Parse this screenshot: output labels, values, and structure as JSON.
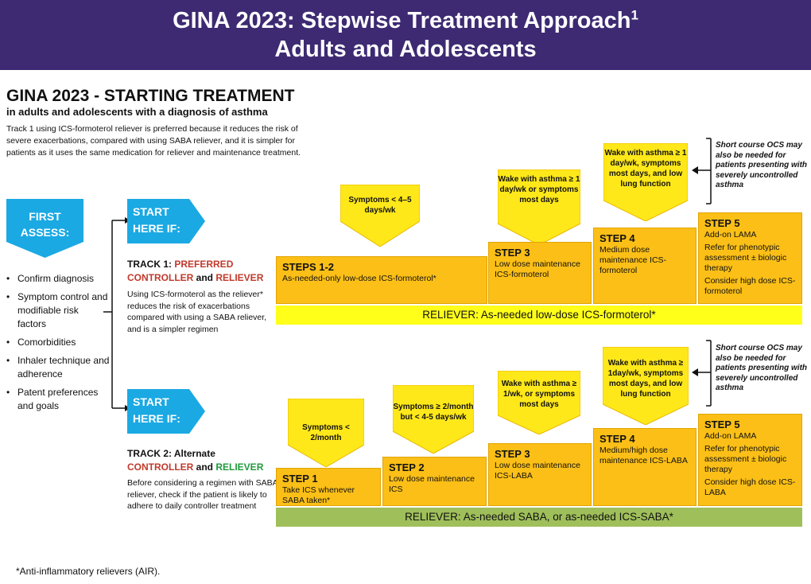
{
  "banner": {
    "line1": "GINA 2023: Stepwise Treatment Approach",
    "sup": "1",
    "line2": "Adults and Adolescents"
  },
  "heading": {
    "title": "GINA 2023 - STARTING TREATMENT",
    "subtitle": "in adults and adolescents with a diagnosis of asthma"
  },
  "intro": "Track 1 using ICS-formoterol reliever is preferred because it reduces the risk of severe exacerbations, compared with using SABA reliever, and it is simpler for patients as it uses the same medication for reliever and maintenance treatment.",
  "first_assess": {
    "line1": "FIRST",
    "line2": "ASSESS:"
  },
  "assess_items": [
    "Confirm diagnosis",
    "Symptom control and modifiable risk factors",
    "Comorbidities",
    "Inhaler technique and adherence",
    "Patent preferences and goals"
  ],
  "start_here": {
    "line1": "START",
    "line2": "HERE IF:"
  },
  "track1": {
    "prefix": "TRACK 1: ",
    "controller": "PREFERRED CONTROLLER",
    "and": " and ",
    "reliever": "RELIEVER",
    "body": "Using ICS-formoterol as the reliever* reduces the risk of exacerbations compared with using a SABA reliever, and is a simpler regimen",
    "callouts": [
      "Symptoms < 4–5 days/wk",
      "Wake with asthma ≥ 1 day/wk or symptoms most days",
      "Wake with asthma ≥ 1 day/wk, symptoms most days, and low lung function"
    ],
    "note": "Short course OCS may also be needed for patients presenting with severely uncontrolled asthma",
    "steps": [
      {
        "title": "STEPS 1-2",
        "lines": [
          "As-needed-only low-dose ICS-formoterol*"
        ]
      },
      {
        "title": "STEP 3",
        "lines": [
          "Low dose maintenance ICS-formoterol"
        ]
      },
      {
        "title": "STEP 4",
        "lines": [
          "Medium dose maintenance ICS-formoterol"
        ]
      },
      {
        "title": "STEP 5",
        "lines": [
          "Add-on LAMA",
          "Refer for phenotypic assessment ± biologic therapy",
          "Consider high dose ICS-formoterol"
        ]
      }
    ],
    "reliever_bar": "RELIEVER: As-needed low-dose ICS-formoterol*"
  },
  "track2": {
    "prefix": "TRACK 2: ",
    "alternate": "Alternate",
    "controller": "CONTROLLER",
    "and": " and ",
    "reliever": "RELIEVER",
    "body": "Before considering a regimen with SABA reliever, check if the patient is likely to adhere to daily controller treatment",
    "callouts": [
      "Symptoms < 2/month",
      "Symptoms ≥ 2/month but < 4-5 days/wk",
      "Wake with asthma ≥ 1/wk, or symptoms most days",
      "Wake with asthma ≥ 1day/wk, symptoms most days, and low lung function"
    ],
    "note": "Short course OCS may also be needed for patients presenting with severely uncontrolled asthma",
    "steps": [
      {
        "title": "STEP 1",
        "lines": [
          "Take ICS whenever SABA taken*"
        ]
      },
      {
        "title": "STEP 2",
        "lines": [
          "Low dose maintenance ICS"
        ]
      },
      {
        "title": "STEP 3",
        "lines": [
          "Low dose maintenance ICS-LABA"
        ]
      },
      {
        "title": "STEP 4",
        "lines": [
          "Medium/high dose maintenance ICS-LABA"
        ]
      },
      {
        "title": "STEP 5",
        "lines": [
          "Add-on LAMA",
          "Refer for phenotypic assessment ± biologic therapy",
          "Consider high dose ICS-LABA"
        ]
      }
    ],
    "reliever_bar": "RELIEVER: As-needed SABA, or as-needed ICS-SABA*"
  },
  "footnote": "*Anti-inflammatory relievers (AIR).",
  "colors": {
    "banner": "#3d2a72",
    "arrow_blue": "#1aa9e3",
    "step_gold": "#fbbf17",
    "callout_yellow": "#ffe81a",
    "reliever1": "#ffff1a",
    "reliever2": "#9fbf5a",
    "red": "#c0392b",
    "green": "#1f9a3c"
  }
}
